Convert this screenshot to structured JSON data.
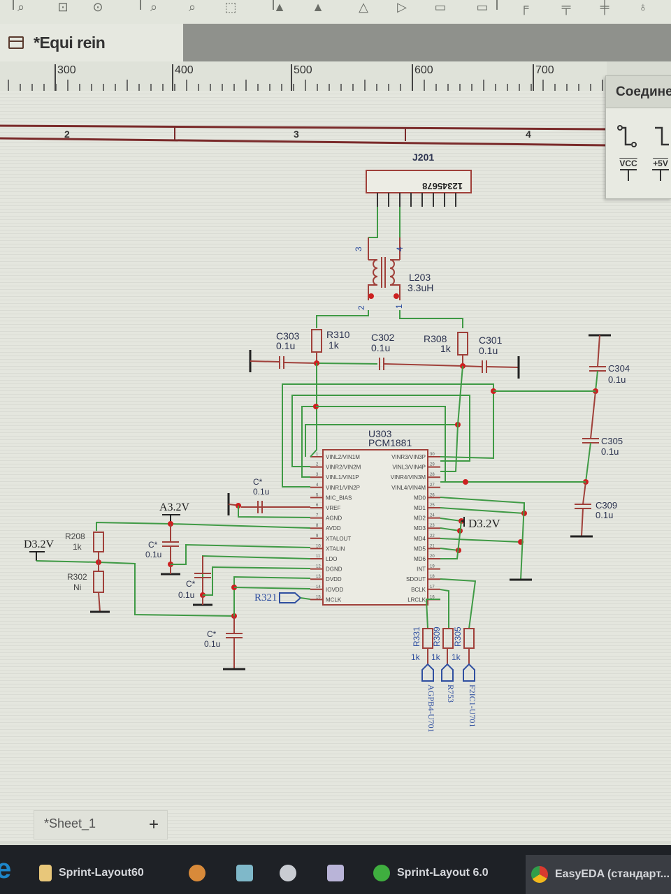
{
  "window": {
    "doc_tab_title": "*Equi rein",
    "sheet_tab": "*Sheet_1",
    "add_sheet": "+",
    "connect_panel_title": "Соедине",
    "power_symbols": [
      "VCC",
      "+5V"
    ]
  },
  "toolbar": {
    "icons": [
      "zoom-in-icon",
      "zoom-area-icon",
      "zoom-fit-icon",
      "zoom-out-icon",
      "zoom-page-icon",
      "select-area-icon",
      "align-left-icon",
      "align-center-icon",
      "align-right-icon",
      "triangle-icon",
      "rect-icon",
      "align-top-icon",
      "align-middle-icon",
      "align-bottom-icon",
      "distribute-icon",
      "distribute-v-icon"
    ]
  },
  "ruler": {
    "labels": [
      "300",
      "400",
      "500",
      "600",
      "700"
    ]
  },
  "frame": {
    "zones": [
      "2",
      "3",
      "4"
    ]
  },
  "schematic": {
    "connector": {
      "ref": "J201",
      "pins": "12345678"
    },
    "transformer": {
      "ref": "L203",
      "value": "3.3uH",
      "pins": [
        "3",
        "4",
        "2",
        "1"
      ]
    },
    "resistors": [
      {
        "ref": "R310",
        "value": "1k"
      },
      {
        "ref": "R308",
        "value": "1k"
      },
      {
        "ref": "R208",
        "value": "1k"
      },
      {
        "ref": "R302",
        "value": "Ni"
      },
      {
        "ref": "R331",
        "value": "1k"
      },
      {
        "ref": "R309",
        "value": "1k"
      },
      {
        "ref": "R305",
        "value": "1k"
      }
    ],
    "capacitors": [
      {
        "ref": "C303",
        "value": "0.1u"
      },
      {
        "ref": "C302",
        "value": "0.1u"
      },
      {
        "ref": "C301",
        "value": "0.1u"
      },
      {
        "ref": "C304",
        "value": "0.1u"
      },
      {
        "ref": "C305",
        "value": "0.1u"
      },
      {
        "ref": "C309",
        "value": "0.1u"
      },
      {
        "ref": "C*",
        "value": "0.1u"
      },
      {
        "ref": "C*",
        "value": "0.1u"
      },
      {
        "ref": "C*",
        "value": "0.1u"
      },
      {
        "ref": "C*",
        "value": "0.1u"
      }
    ],
    "ic": {
      "ref": "U303",
      "part": "PCM1881",
      "left_pins": [
        "VINL2/VIN1M",
        "VINR2/VIN2M",
        "VINL1/VIN1P",
        "VINR1/VIN2P",
        "MIC_BIAS",
        "VREF",
        "AGND",
        "AVDD",
        "XTALOUT",
        "XTALIN",
        "LDO",
        "DGND",
        "DVDD",
        "IOVDD",
        "MCLK"
      ],
      "right_pins": [
        "VINR3/VIN3P",
        "VINL3/VIN4P",
        "VINR4/VIN3M",
        "VINL4/VIN4M",
        "MD0",
        "MD1",
        "MD2",
        "MD3",
        "MD4",
        "MD5",
        "MD6",
        "INT",
        "SDOUT",
        "BCLK",
        "LRCLK"
      ],
      "left_nums": [
        "1",
        "2",
        "3",
        "4",
        "5",
        "6",
        "7",
        "8",
        "9",
        "10",
        "11",
        "12",
        "13",
        "14",
        "15"
      ],
      "right_nums": [
        "30",
        "29",
        "28",
        "27",
        "26",
        "25",
        "24",
        "23",
        "22",
        "21",
        "20",
        "19",
        "18",
        "17",
        "16"
      ]
    },
    "power_labels": [
      "A3.2V",
      "D3.2V",
      "D3.2V"
    ],
    "net_ports": [
      "R321",
      "AGPB4-U701",
      "R753",
      "F2IC1-U701"
    ]
  },
  "taskbar": {
    "items": [
      "Sprint-Layout60",
      "Sprint-Layout 6.0",
      "EasyEDA (стандарт..."
    ]
  },
  "colors": {
    "wire": "#3f9a45",
    "part": "#a0403a",
    "junction": "#cc2020",
    "port": "#2f4fa0",
    "label": "#2c3350"
  }
}
